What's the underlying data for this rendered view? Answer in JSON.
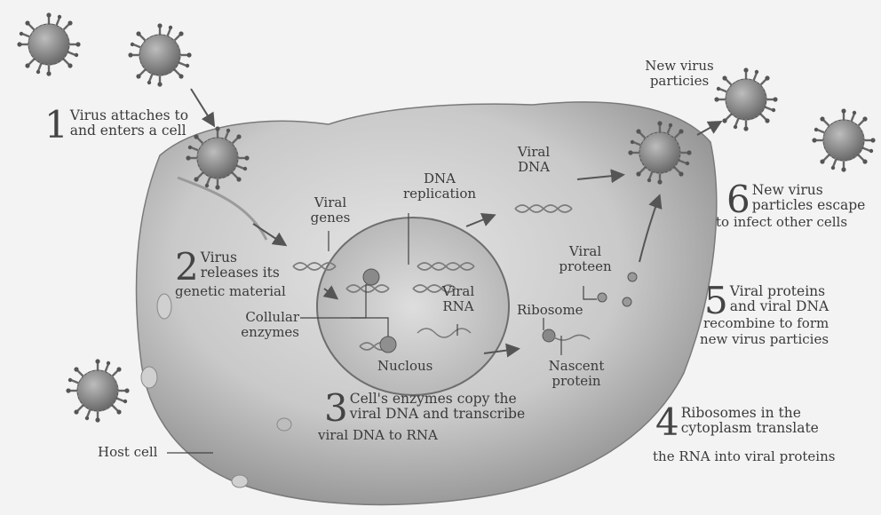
{
  "steps": [
    {
      "num": "1",
      "l1": "Virus attaches to",
      "l2": "and enters a cell"
    },
    {
      "num": "2",
      "l1": "Virus",
      "l2": "releases its",
      "l3": "genetic material"
    },
    {
      "num": "3",
      "l1": "Cell's enzymes copy the",
      "l2": "viral DNA and transcribe",
      "l3": "viral DNA to RNA"
    },
    {
      "num": "4",
      "l1": "Ribosomes in the",
      "l2": "cytoplasm translate",
      "l3": "the RNA into viral proteins"
    },
    {
      "num": "5",
      "l1": "Viral proteins",
      "l2": "and viral DNA",
      "l3": "recombine to form",
      "l4": "new virus particies"
    },
    {
      "num": "6",
      "l1": "New virus",
      "l2": "particles escape",
      "l3": "to infect other cells"
    }
  ],
  "labels": {
    "new_virus_l1": "New virus",
    "new_virus_l2": "particies",
    "viral_dna_l1": "Viral",
    "viral_dna_l2": "DNA",
    "dna_rep_l1": "DNA",
    "dna_rep_l2": "replication",
    "viral_genes_l1": "Viral",
    "viral_genes_l2": "genes",
    "viral_rna_l1": "Viral",
    "viral_rna_l2": "RNA",
    "cellular_l1": "Collular",
    "cellular_l2": "enzymes",
    "nucleus": "Nuclous",
    "ribosome": "Ribosome",
    "viral_protein_l1": "Viral",
    "viral_protein_l2": "proteen",
    "nascent_l1": "Nascent",
    "nascent_l2": "protein",
    "host_cell": "Host cell"
  }
}
